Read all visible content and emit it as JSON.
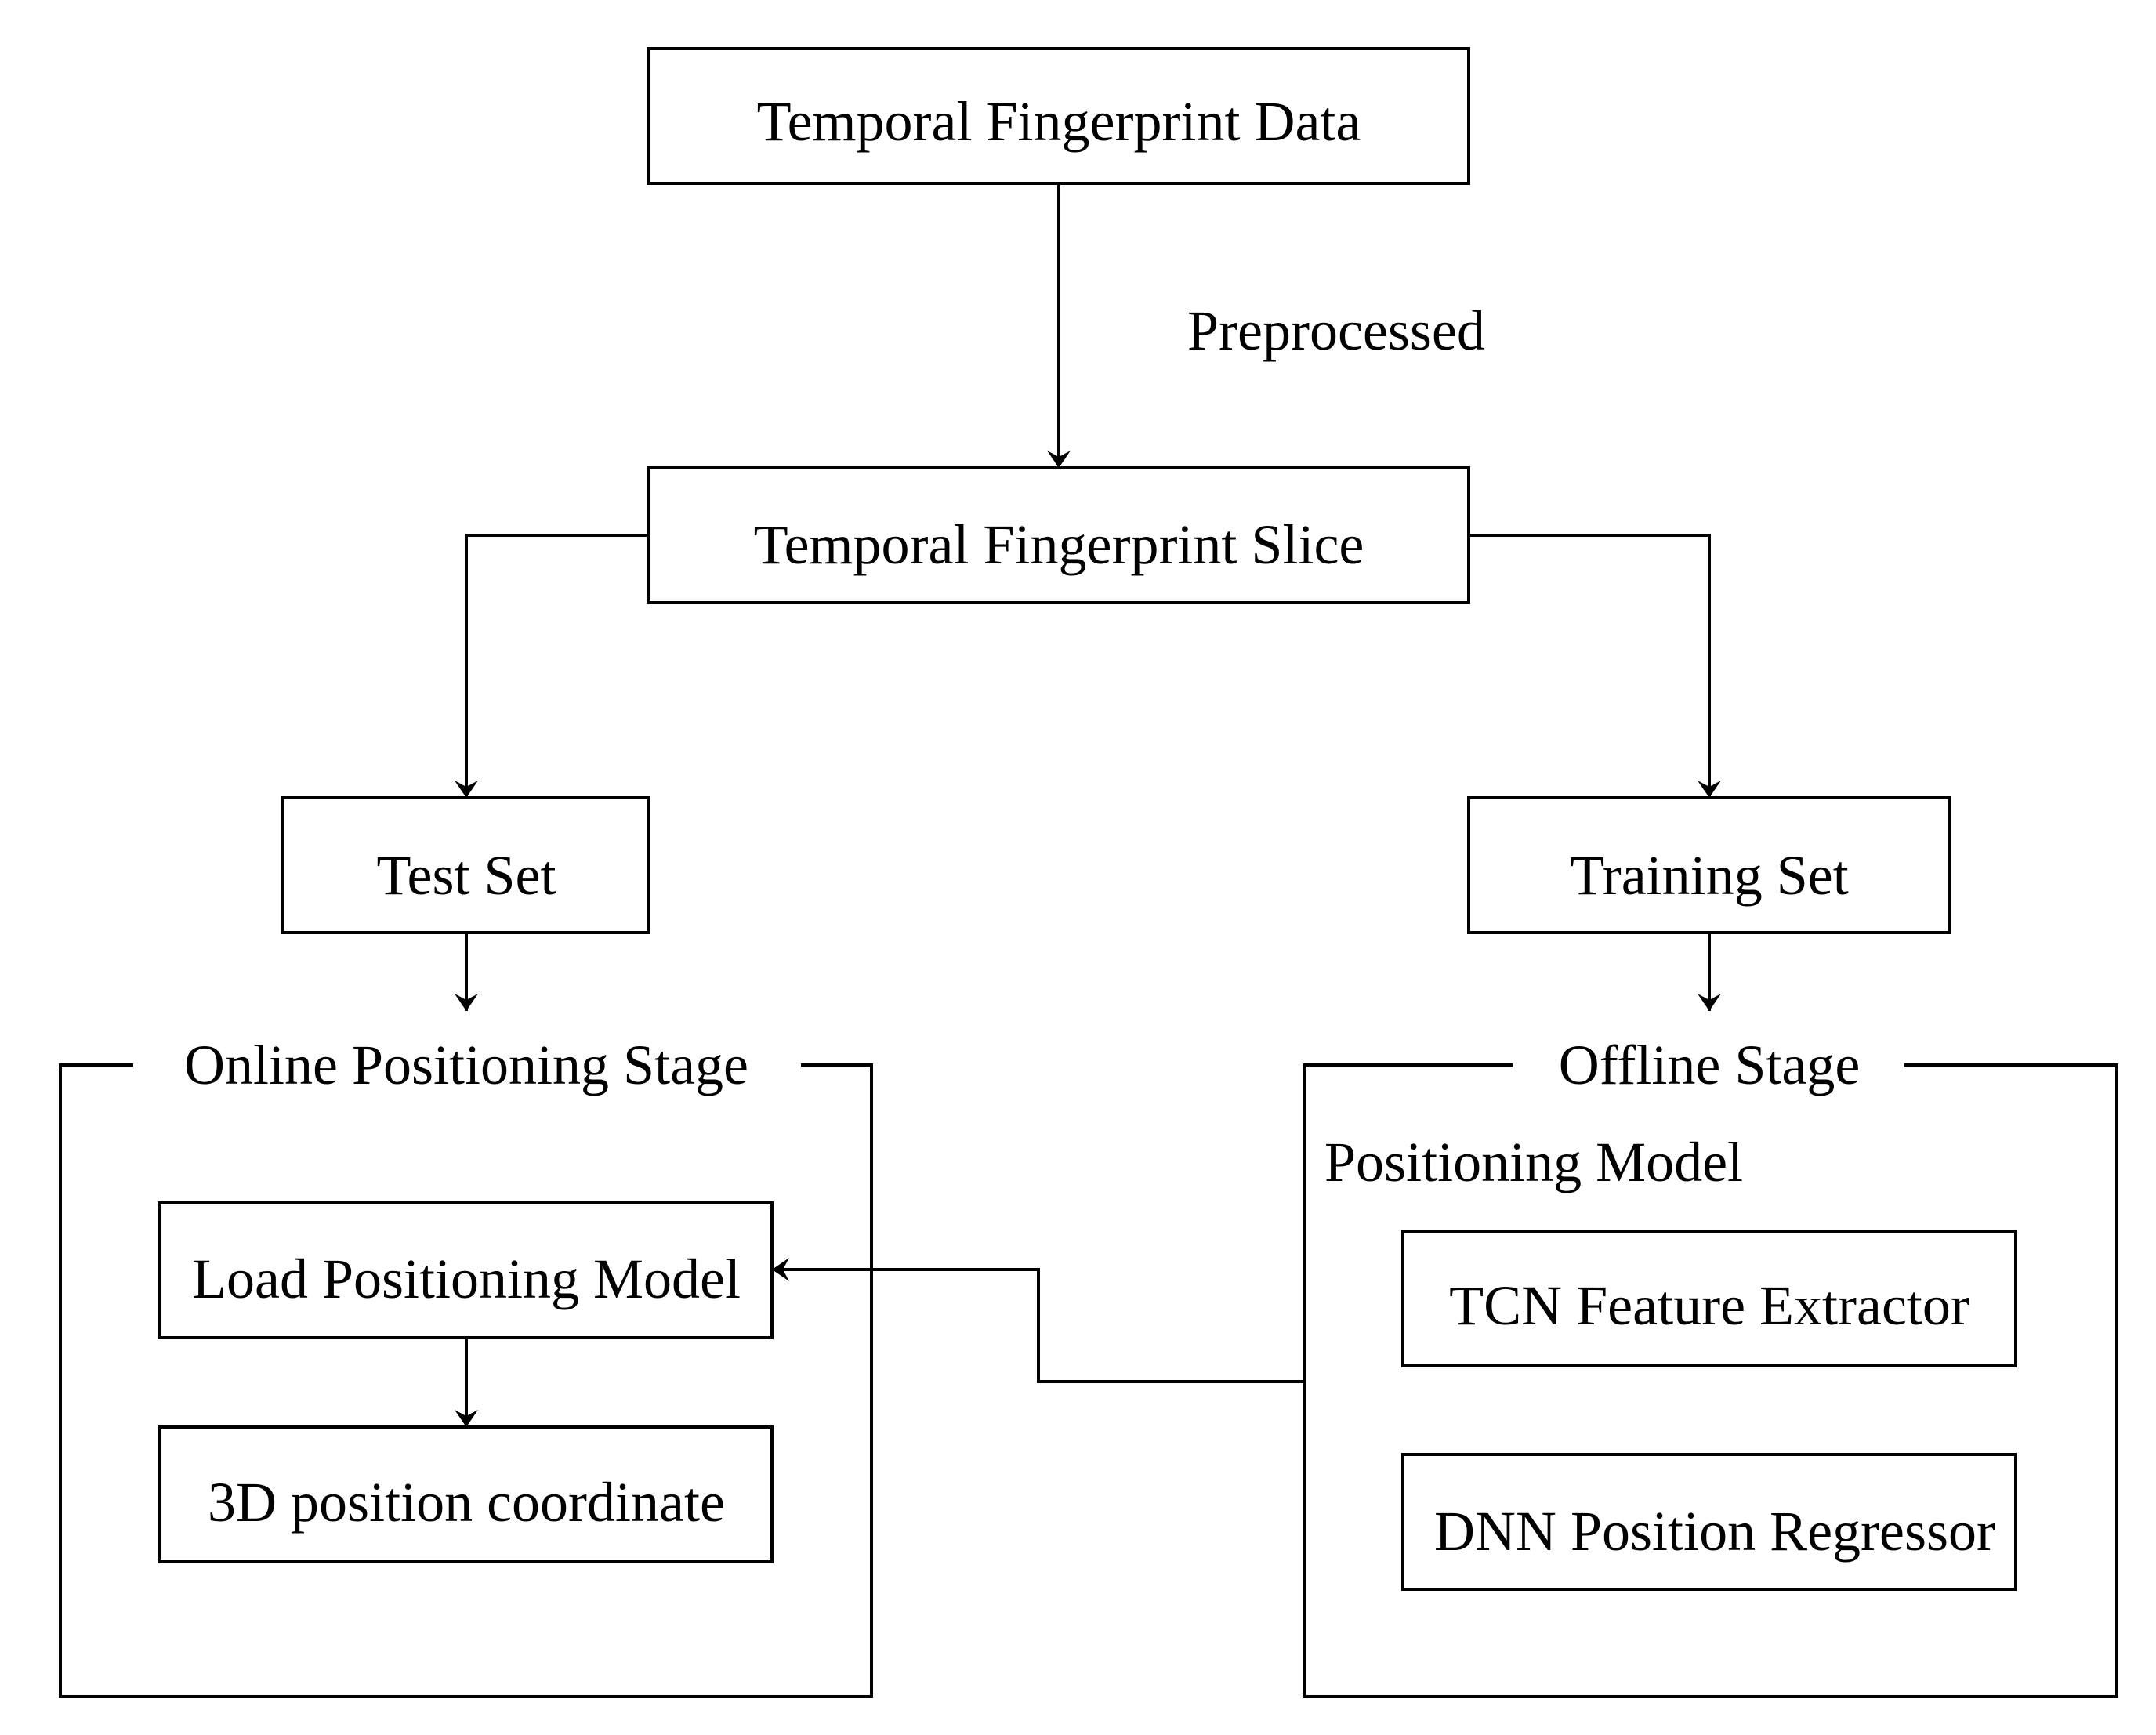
{
  "nodes": {
    "data": "Temporal Fingerprint Data",
    "slice": "Temporal Fingerprint Slice",
    "test_set": "Test Set",
    "training_set": "Training Set",
    "load_model": "Load Positioning Model",
    "coordinate": "3D position coordinate",
    "tcn": "TCN Feature Extractor",
    "dnn": "DNN Position Regressor"
  },
  "edge_labels": {
    "preprocessed": "Preprocessed"
  },
  "groups": {
    "online": "Online Positioning Stage",
    "offline": "Offline Stage",
    "model": "Positioning Model"
  }
}
